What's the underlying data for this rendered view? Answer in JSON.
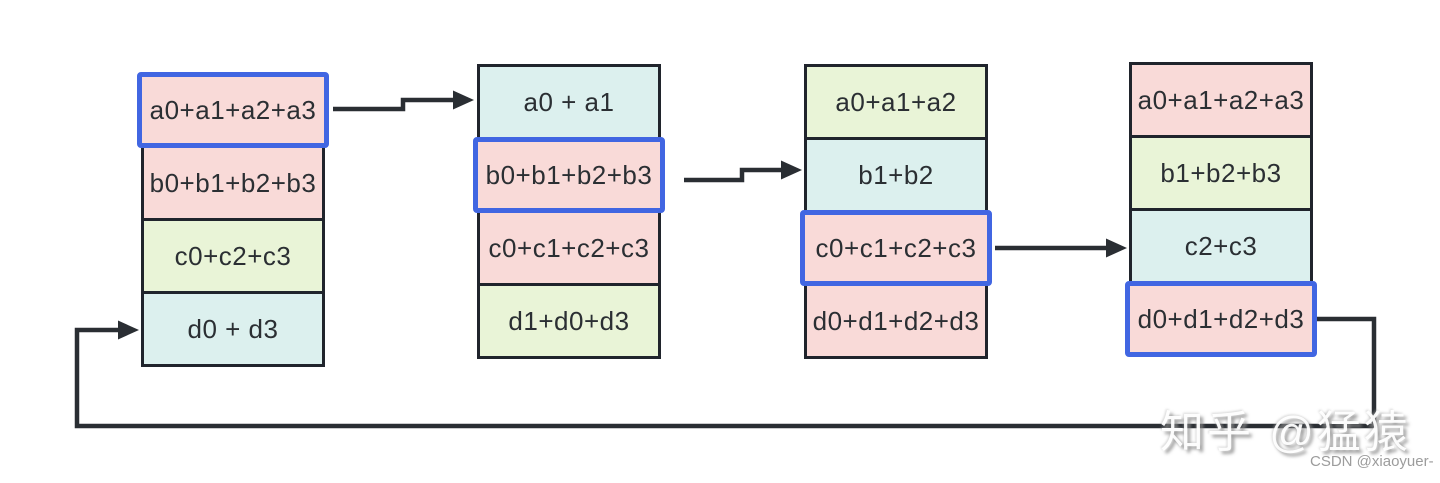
{
  "colors": {
    "pink": "#f9dad8",
    "green": "#e9f4d7",
    "cyan": "#dcf0ee",
    "highlight_border": "#4166e2",
    "cell_border": "#20242c",
    "arrow": "#2a2e33"
  },
  "columns": [
    {
      "cells": [
        {
          "label": "a0+a1+a2+a3",
          "color": "pink",
          "highlight": "true"
        },
        {
          "label": "b0+b1+b2+b3",
          "color": "pink",
          "highlight": "false"
        },
        {
          "label": "c0+c2+c3",
          "color": "green",
          "highlight": "false"
        },
        {
          "label": "d0 + d3",
          "color": "cyan",
          "highlight": "false"
        }
      ]
    },
    {
      "cells": [
        {
          "label": "a0 + a1",
          "color": "cyan",
          "highlight": "false"
        },
        {
          "label": "b0+b1+b2+b3",
          "color": "pink",
          "highlight": "true"
        },
        {
          "label": "c0+c1+c2+c3",
          "color": "pink",
          "highlight": "false"
        },
        {
          "label": "d1+d0+d3",
          "color": "green",
          "highlight": "false"
        }
      ]
    },
    {
      "cells": [
        {
          "label": "a0+a1+a2",
          "color": "green",
          "highlight": "false"
        },
        {
          "label": "b1+b2",
          "color": "cyan",
          "highlight": "false"
        },
        {
          "label": "c0+c1+c2+c3",
          "color": "pink",
          "highlight": "true"
        },
        {
          "label": "d0+d1+d2+d3",
          "color": "pink",
          "highlight": "false"
        }
      ]
    },
    {
      "cells": [
        {
          "label": "a0+a1+a2+a3",
          "color": "pink",
          "highlight": "false"
        },
        {
          "label": "b1+b2+b3",
          "color": "green",
          "highlight": "false"
        },
        {
          "label": "c2+c3",
          "color": "cyan",
          "highlight": "false"
        },
        {
          "label": "d0+d1+d2+d3",
          "color": "pink",
          "highlight": "true"
        }
      ]
    }
  ],
  "watermarks": {
    "zhihu": "知乎 @猛猿",
    "csdn": "CSDN @xiaoyuer-"
  }
}
